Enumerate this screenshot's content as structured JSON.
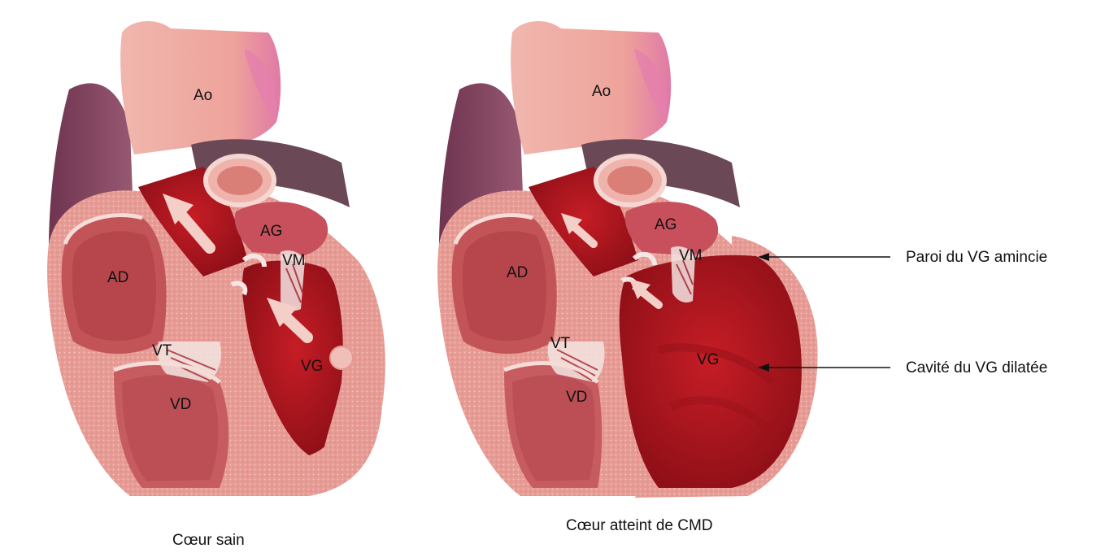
{
  "diagram": {
    "healthy_heart": {
      "caption": "Cœur sain",
      "labels": {
        "aorta": "Ao",
        "left_atrium": "AG",
        "mitral_valve": "VM",
        "right_atrium": "AD",
        "tricuspid_valve": "VT",
        "left_ventricle": "VG",
        "right_ventricle": "VD"
      }
    },
    "dcm_heart": {
      "caption": "Cœur atteint de CMD",
      "labels": {
        "aorta": "Ao",
        "left_atrium": "AG",
        "mitral_valve": "VM",
        "right_atrium": "AD",
        "tricuspid_valve": "VT",
        "left_ventricle": "VG",
        "right_ventricle": "VD"
      }
    },
    "annotations": {
      "thin_wall": "Paroi du VG amincie",
      "dilated_cavity": "Cavité du VG dilatée"
    }
  },
  "colors": {
    "outer_purple": "#8a4a64",
    "tissue_pink": "#e9a39c",
    "cavity_red": "#b01822",
    "dark_red": "#8c1018",
    "valve_white": "#f2e4e2",
    "arrow_pink": "#f4cfc8",
    "aorta_highlight": "#e080a8"
  }
}
